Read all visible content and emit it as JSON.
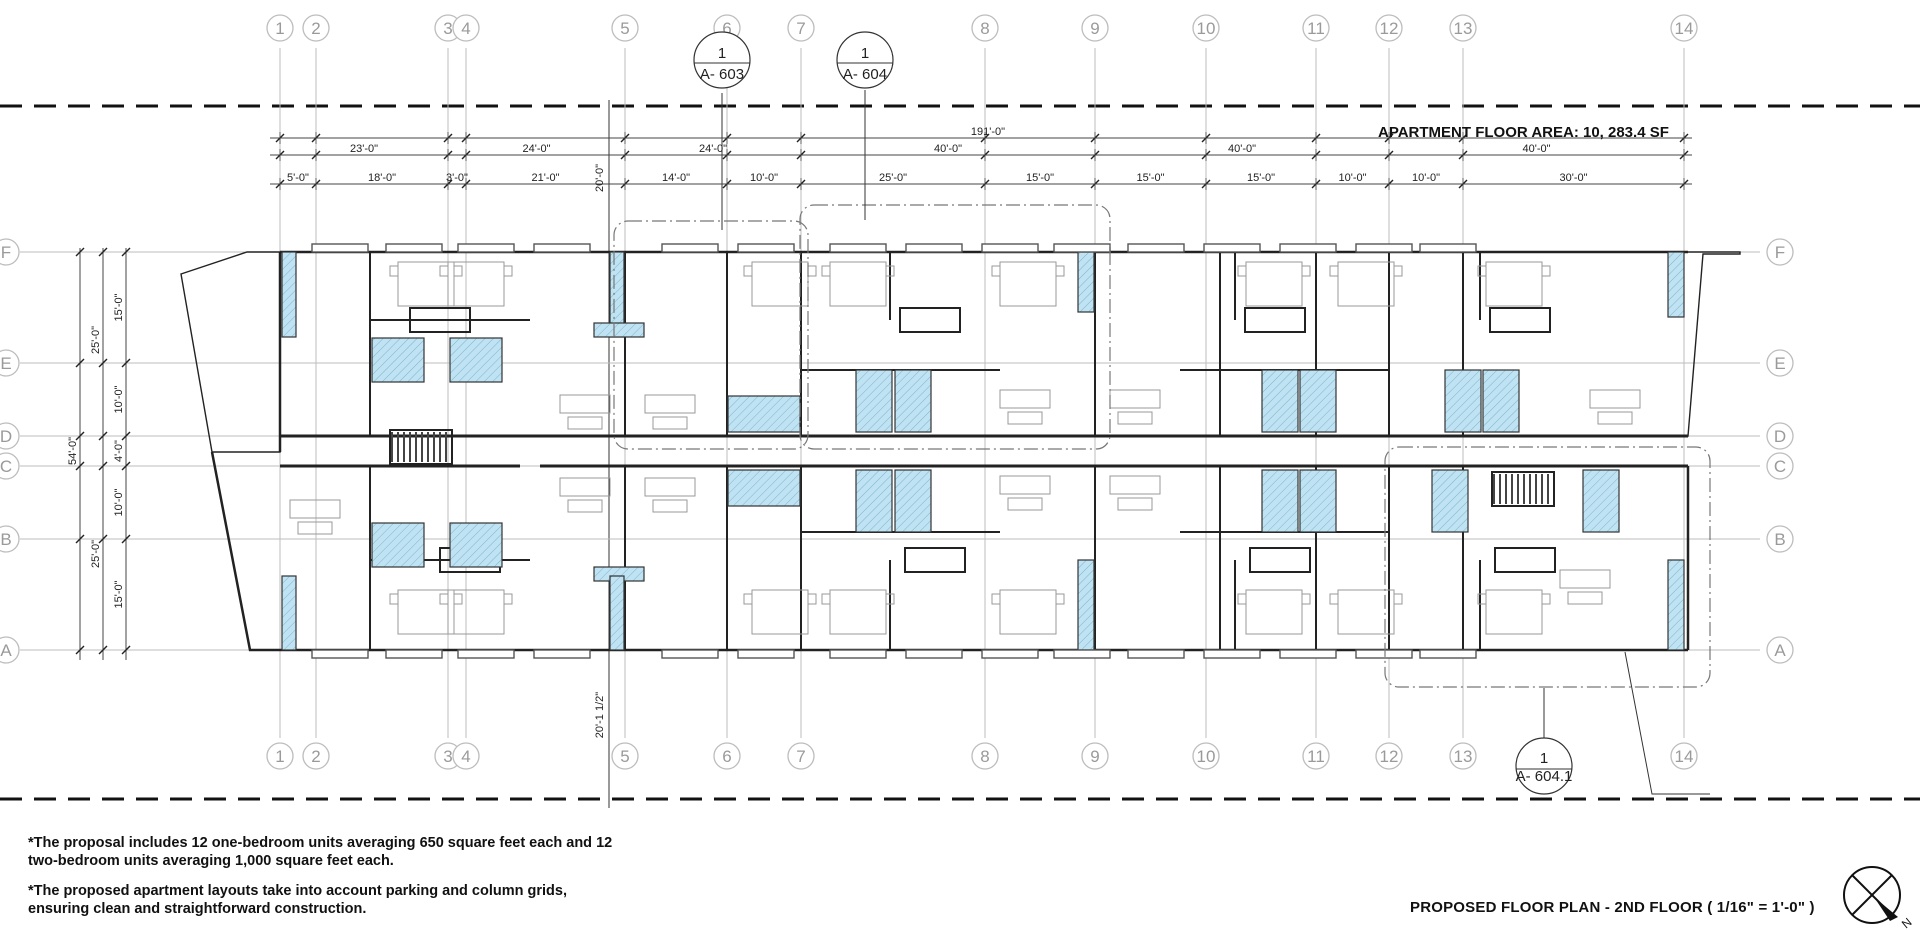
{
  "sheet": {
    "floor_area_label": "APARTMENT FLOOR AREA: 10, 283.4 SF",
    "plan_title": "PROPOSED FLOOR PLAN - 2ND FLOOR ( 1/16\" = 1'-0\" )",
    "north_label": "N"
  },
  "notes": [
    "*The proposal includes 12 one-bedroom units averaging 650 square feet each and 12 two-bedroom units averaging 1,000 square feet each.",
    "*The proposed apartment layouts take into account parking and column grids, ensuring clean and straightforward construction."
  ],
  "grid_columns": [
    "1",
    "2",
    "3",
    "4",
    "5",
    "6",
    "7",
    "8",
    "9",
    "10",
    "11",
    "12",
    "13",
    "14"
  ],
  "grid_rows": [
    "F",
    "E",
    "D",
    "C",
    "B",
    "A"
  ],
  "dimensions": {
    "overall": "191'-0\"",
    "bays": [
      "23'-0\"",
      "24'-0\"",
      "24'-0\"",
      "40'-0\"",
      "40'-0\"",
      "40'-0\""
    ],
    "subdivisions": [
      "5'-0\"",
      "18'-0\"",
      "3'-0\"",
      "21'-0\"",
      "14'-0\"",
      "10'-0\"",
      "25'-0\"",
      "15'-0\"",
      "15'-0\"",
      "15'-0\"",
      "10'-0\"",
      "10'-0\"",
      "30'-0\""
    ],
    "vertical_outer": [
      "25'-0\"",
      "25'-0\""
    ],
    "vertical_inner": [
      "15'-0\"",
      "10'-0\"",
      "4'-0\"",
      "10'-0\"",
      "15'-0\""
    ],
    "overall_depth": "54'-0\"",
    "setback_top": "20'-0\"",
    "setback_bottom": "20'-1 1/2\""
  },
  "callouts": [
    {
      "number": "1",
      "sheet": "A- 603"
    },
    {
      "number": "1",
      "sheet": "A- 604"
    },
    {
      "number": "1",
      "sheet": "A- 604.1"
    }
  ],
  "colors": {
    "wet_area": "#bfe3f2",
    "wall": "#222222",
    "grid": "#bdbdbd",
    "dim_line": "#444444"
  },
  "icons": [
    "north-arrow-icon"
  ]
}
